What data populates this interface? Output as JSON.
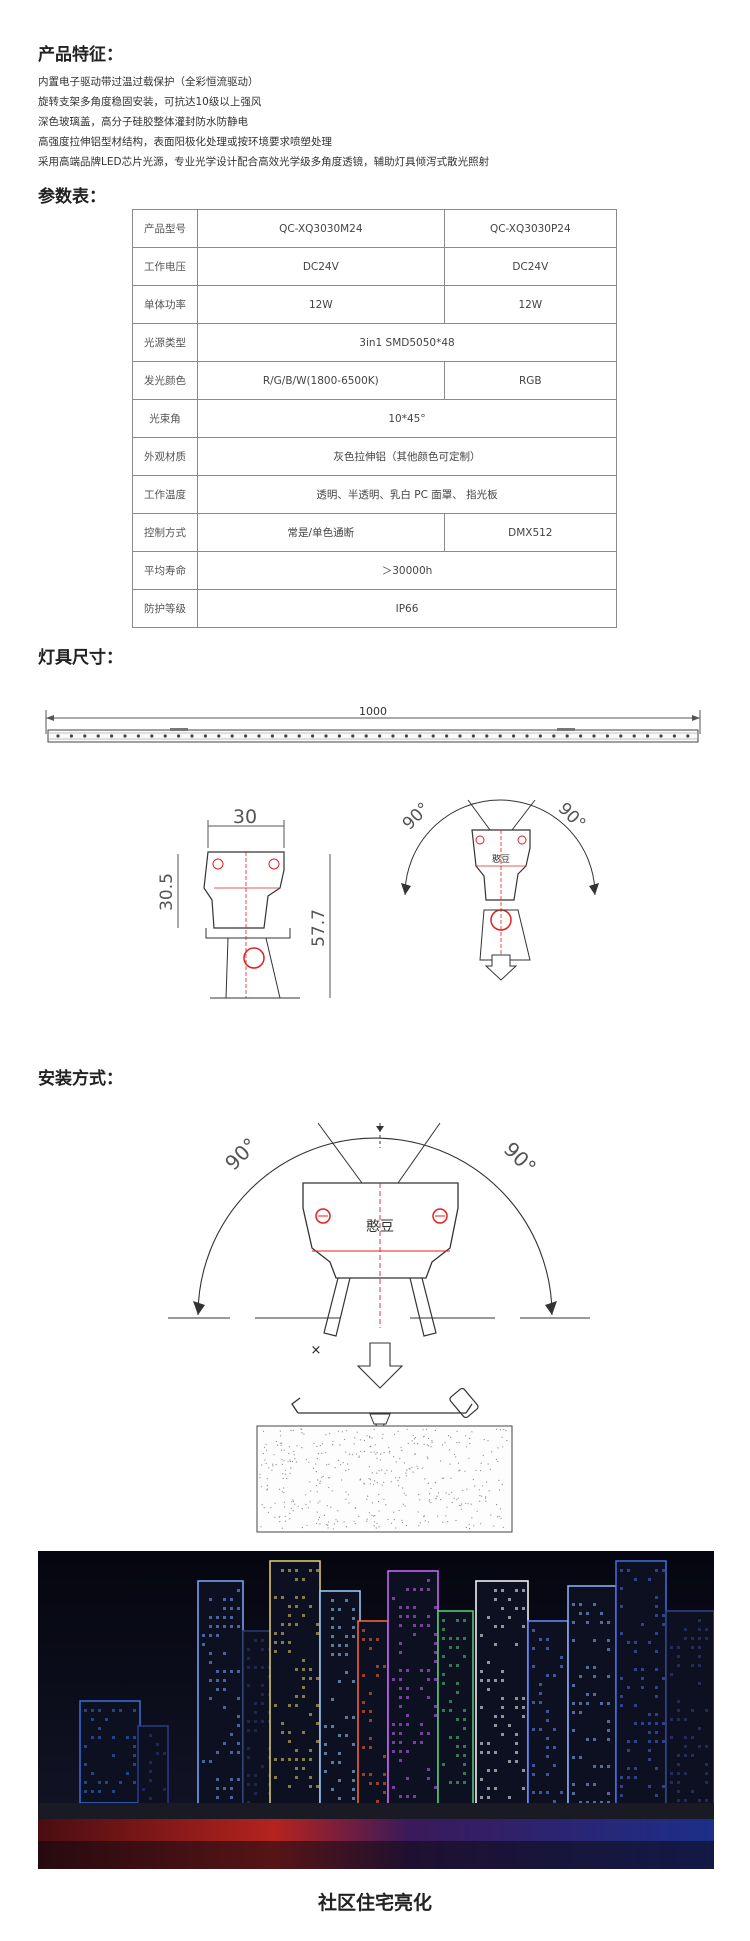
{
  "features": {
    "title": "产品特征：",
    "lines": [
      "内置电子驱动带过温过载保护（全彩恒流驱动）",
      "旋转支架多角度稳固安装，可抗达10级以上强风",
      "深色玻璃盖，高分子硅胶整体灌封防水防静电",
      "高强度拉伸铝型材结构，表面阳极化处理或按环境要求喷塑处理",
      "采用高端品牌LED芯片光源，专业光学设计配合高效光学级多角度透镜，辅助灯具倾泻式散光照射"
    ]
  },
  "params": {
    "title": "参数表：",
    "rows": [
      {
        "label": "产品型号",
        "cells": [
          "QC-XQ3030M24",
          "QC-XQ3030P24"
        ]
      },
      {
        "label": "工作电压",
        "cells": [
          "DC24V",
          "DC24V"
        ]
      },
      {
        "label": "单体功率",
        "cells": [
          "12W",
          "12W"
        ]
      },
      {
        "label": "光源类型",
        "cells": [
          "3in1 SMD5050*48"
        ]
      },
      {
        "label": "发光颜色",
        "cells": [
          "R/G/B/W(1800-6500K)",
          "RGB"
        ]
      },
      {
        "label": "光束角",
        "cells": [
          "10*45°"
        ]
      },
      {
        "label": "外观材质",
        "cells": [
          "灰色拉伸铝（其他颜色可定制）"
        ]
      },
      {
        "label": "工作温度",
        "cells": [
          "透明、半透明、乳白 PC 面罩、 指光板"
        ]
      },
      {
        "label": "控制方式",
        "cells": [
          "常是/单色通断",
          "DMX512"
        ]
      },
      {
        "label": "平均寿命",
        "cells": [
          "＞30000h"
        ]
      },
      {
        "label": "防护等级",
        "cells": [
          "IP66"
        ]
      }
    ]
  },
  "dimensions": {
    "title": "灯具尺寸：",
    "length": "1000",
    "width": "30",
    "height_a": "30.5",
    "height_b": "57.7",
    "angle_left": "90°",
    "angle_right": "90°",
    "mark": "憨豆"
  },
  "install": {
    "title": "安装方式：",
    "angle_left": "90°",
    "angle_right": "90°",
    "mark": "憨豆",
    "x_mark": "×"
  },
  "caption": "社区住宅亮化",
  "colors": {
    "line": "#333333",
    "dim": "#555555",
    "red": "#e02020",
    "sky": "#0a0b1c"
  }
}
